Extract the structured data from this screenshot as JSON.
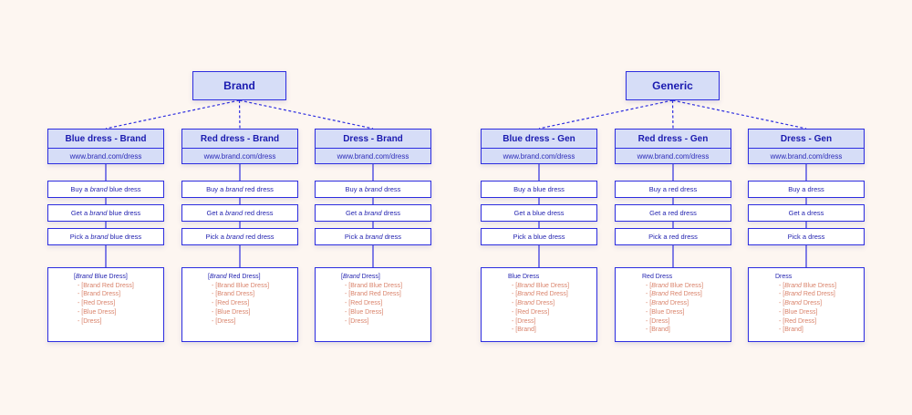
{
  "trees": [
    {
      "root": "Brand",
      "columns": [
        {
          "title": "Blue dress - Brand",
          "url": "www.brand.com/dress",
          "ads": [
            {
              "pre": "Buy a ",
              "em": "brand",
              "post": " blue dress"
            },
            {
              "pre": "Get a ",
              "em": "brand",
              "post": " blue dress"
            },
            {
              "pre": "Pick a ",
              "em": "brand",
              "post": " blue dress"
            }
          ],
          "keyword": {
            "em": "Brand",
            "rest": " Blue Dress]",
            "open": "["
          },
          "negatives": [
            {
              "em": "",
              "text": "- [Brand Red Dress]"
            },
            {
              "em": "",
              "text": "- [Brand Dress]"
            },
            {
              "em": "",
              "text": "- [Red Dress]"
            },
            {
              "em": "",
              "text": "- [Blue Dress]"
            },
            {
              "em": "",
              "text": "- [Dress]"
            }
          ]
        },
        {
          "title": "Red dress - Brand",
          "url": "www.brand.com/dress",
          "ads": [
            {
              "pre": "Buy a ",
              "em": "brand",
              "post": " red dress"
            },
            {
              "pre": "Get a ",
              "em": "brand",
              "post": " red dress"
            },
            {
              "pre": "Pick a ",
              "em": "brand",
              "post": " red dress"
            }
          ],
          "keyword": {
            "em": "Brand",
            "rest": " Red Dress]",
            "open": "["
          },
          "negatives": [
            {
              "em": "",
              "text": "- [Brand Blue Dress]"
            },
            {
              "em": "",
              "text": "- [Brand Dress]"
            },
            {
              "em": "",
              "text": "- [Red Dress]"
            },
            {
              "em": "",
              "text": "- [Blue Dress]"
            },
            {
              "em": "",
              "text": "- [Dress]"
            }
          ]
        },
        {
          "title": "Dress - Brand",
          "url": "www.brand.com/dress",
          "ads": [
            {
              "pre": "Buy a ",
              "em": "brand",
              "post": " dress"
            },
            {
              "pre": "Get a ",
              "em": "brand",
              "post": " dress"
            },
            {
              "pre": "Pick a ",
              "em": "brand",
              "post": " dress"
            }
          ],
          "keyword": {
            "em": "Brand",
            "rest": " Dress]",
            "open": "["
          },
          "negatives": [
            {
              "em": "",
              "text": "- [Brand Blue Dress]"
            },
            {
              "em": "",
              "text": "- [Brand Red Dress]"
            },
            {
              "em": "",
              "text": "- [Red Dress]"
            },
            {
              "em": "",
              "text": "- [Blue Dress]"
            },
            {
              "em": "",
              "text": "- [Dress]"
            }
          ]
        }
      ]
    },
    {
      "root": "Generic",
      "columns": [
        {
          "title": "Blue dress - Gen",
          "url": "www.brand.com/dress",
          "ads": [
            {
              "pre": "Buy a blue dress",
              "em": "",
              "post": ""
            },
            {
              "pre": "Get a blue dress",
              "em": "",
              "post": ""
            },
            {
              "pre": "Pick a blue dress",
              "em": "",
              "post": ""
            }
          ],
          "keyword": {
            "em": "",
            "rest": "Blue Dress",
            "open": ""
          },
          "negatives": [
            {
              "em": "Brand",
              "text": " Blue Dress]"
            },
            {
              "em": "Brand",
              "text": " Red Dress]"
            },
            {
              "em": "Brand",
              "text": " Dress]"
            },
            {
              "em": "",
              "text": "- [Red Dress]"
            },
            {
              "em": "",
              "text": "- [Dress]"
            },
            {
              "em": "",
              "text": "- [Brand]"
            }
          ]
        },
        {
          "title": "Red dress - Gen",
          "url": "www.brand.com/dress",
          "ads": [
            {
              "pre": "Buy a red dress",
              "em": "",
              "post": ""
            },
            {
              "pre": "Get a red dress",
              "em": "",
              "post": ""
            },
            {
              "pre": "Pick a red dress",
              "em": "",
              "post": ""
            }
          ],
          "keyword": {
            "em": "",
            "rest": "Red Dress",
            "open": ""
          },
          "negatives": [
            {
              "em": "Brand",
              "text": " Blue Dress]"
            },
            {
              "em": "Brand",
              "text": " Red Dress]"
            },
            {
              "em": "Brand",
              "text": " Dress]"
            },
            {
              "em": "",
              "text": "- [Blue Dress]"
            },
            {
              "em": "",
              "text": "- [Dress]"
            },
            {
              "em": "",
              "text": "- [Brand]"
            }
          ]
        },
        {
          "title": "Dress - Gen",
          "url": "www.brand.com/dress",
          "ads": [
            {
              "pre": "Buy a dress",
              "em": "",
              "post": ""
            },
            {
              "pre": "Get a dress",
              "em": "",
              "post": ""
            },
            {
              "pre": "Pick a dress",
              "em": "",
              "post": ""
            }
          ],
          "keyword": {
            "em": "",
            "rest": "Dress",
            "open": ""
          },
          "negatives": [
            {
              "em": "Brand",
              "text": " Blue Dress]"
            },
            {
              "em": "Brand",
              "text": " Red Dress]"
            },
            {
              "em": "Brand",
              "text": " Dress]"
            },
            {
              "em": "",
              "text": "- [Blue Dress]"
            },
            {
              "em": "",
              "text": "- [Red Dress]"
            },
            {
              "em": "",
              "text": "- [Brand]"
            }
          ]
        }
      ]
    }
  ],
  "colors": {
    "line": "#2d2de0",
    "header_fill": "#d6ddf7",
    "text": "#1c1cb8",
    "negative_text": "#d9826a",
    "background": "#fdf6f1"
  }
}
